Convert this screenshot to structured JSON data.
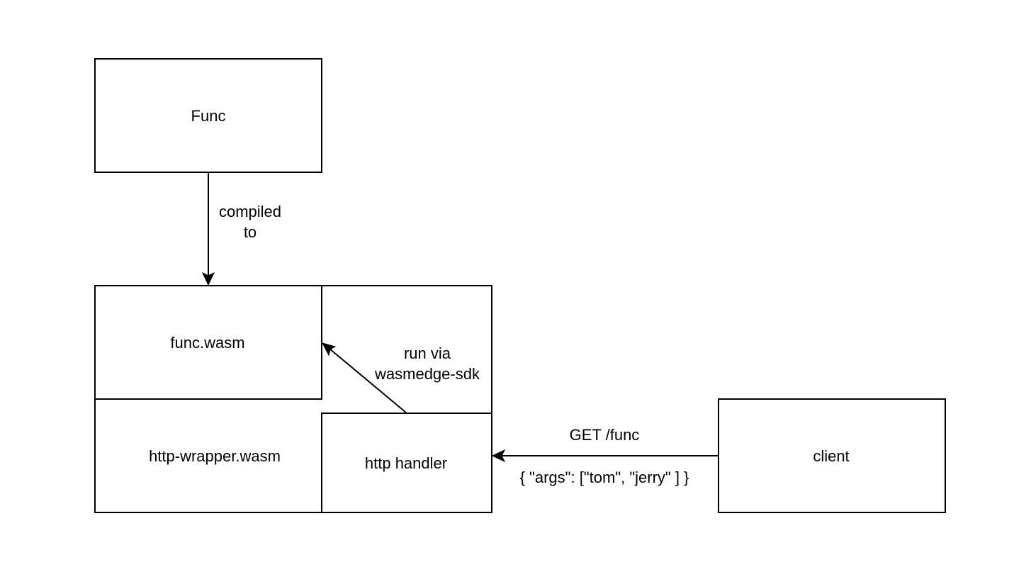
{
  "colors": {
    "stroke": "#000000",
    "fill": "#ffffff",
    "text": "#000000"
  },
  "nodes": {
    "func": "Func",
    "func_wasm": "func.wasm",
    "http_wrapper_wasm": "http-wrapper.wasm",
    "http_handler": "http handler",
    "client": "client"
  },
  "edges": {
    "compiled_to": {
      "from": "Func",
      "to": "func.wasm",
      "label_lines": [
        "compiled",
        "to"
      ]
    },
    "run_via": {
      "from": "http handler",
      "to": "func.wasm",
      "label_lines": [
        "run via",
        "wasmedge-sdk"
      ]
    },
    "get_func": {
      "from": "client",
      "to": "http handler",
      "label_top": "GET /func",
      "label_bottom": "{ \"args\": [\"tom\", \"jerry\" ] }"
    }
  }
}
